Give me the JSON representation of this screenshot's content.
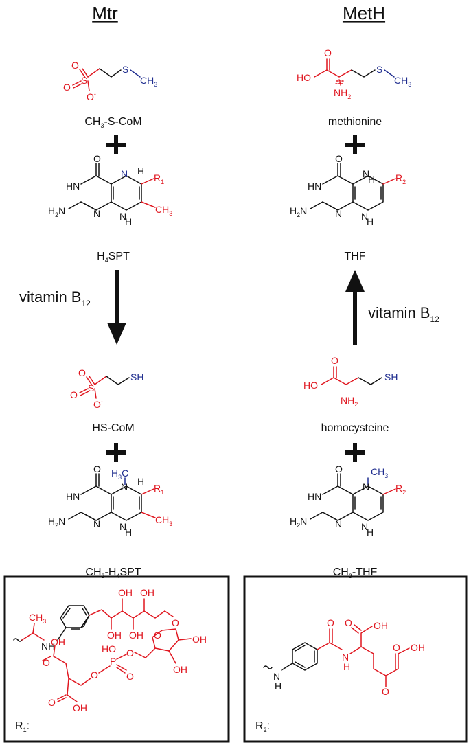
{
  "headers": {
    "left": "Mtr",
    "right": "MetH"
  },
  "compounds": {
    "ch3_s_com": {
      "pre": "CH",
      "sub": "3",
      "post": "-S-CoM"
    },
    "methionine": "methionine",
    "h4spt": {
      "pre": "H",
      "sub": "4",
      "post": "SPT"
    },
    "thf": "THF",
    "hs_com": "HS-CoM",
    "homocysteine": "homocysteine",
    "ch3_h4spt": {
      "pre": "CH",
      "sub1": "3",
      "mid": "-H",
      "sub2": "4",
      "post": "SPT"
    },
    "ch3_thf": {
      "pre": "CH",
      "sub": "3",
      "post": "-THF"
    }
  },
  "arrows": [
    {
      "direction": "down",
      "label": "vitamin B",
      "label_sub": "12"
    },
    {
      "direction": "up",
      "label": "vitamin B",
      "label_sub": "12"
    }
  ],
  "atoms": {
    "S": "S",
    "CH": "CH",
    "three": "3",
    "O": "O",
    "Ominus": "O",
    "minus": "-",
    "HO": "HO",
    "OH": "OH",
    "NH": "NH",
    "two": "2",
    "N": "N",
    "H": "H",
    "HN": "HN",
    "H2N": "H",
    "R": "R",
    "one": "1",
    "SH": "SH",
    "H3C": "H",
    "P": "P"
  },
  "insets": {
    "r1_label": {
      "pre": "R",
      "sub": "1",
      "post": ":"
    },
    "r2_label": {
      "pre": "R",
      "sub": "2",
      "post": ":"
    }
  },
  "colors": {
    "red": "#e0161f",
    "blue": "#1f2d8f",
    "black": "#111111"
  }
}
